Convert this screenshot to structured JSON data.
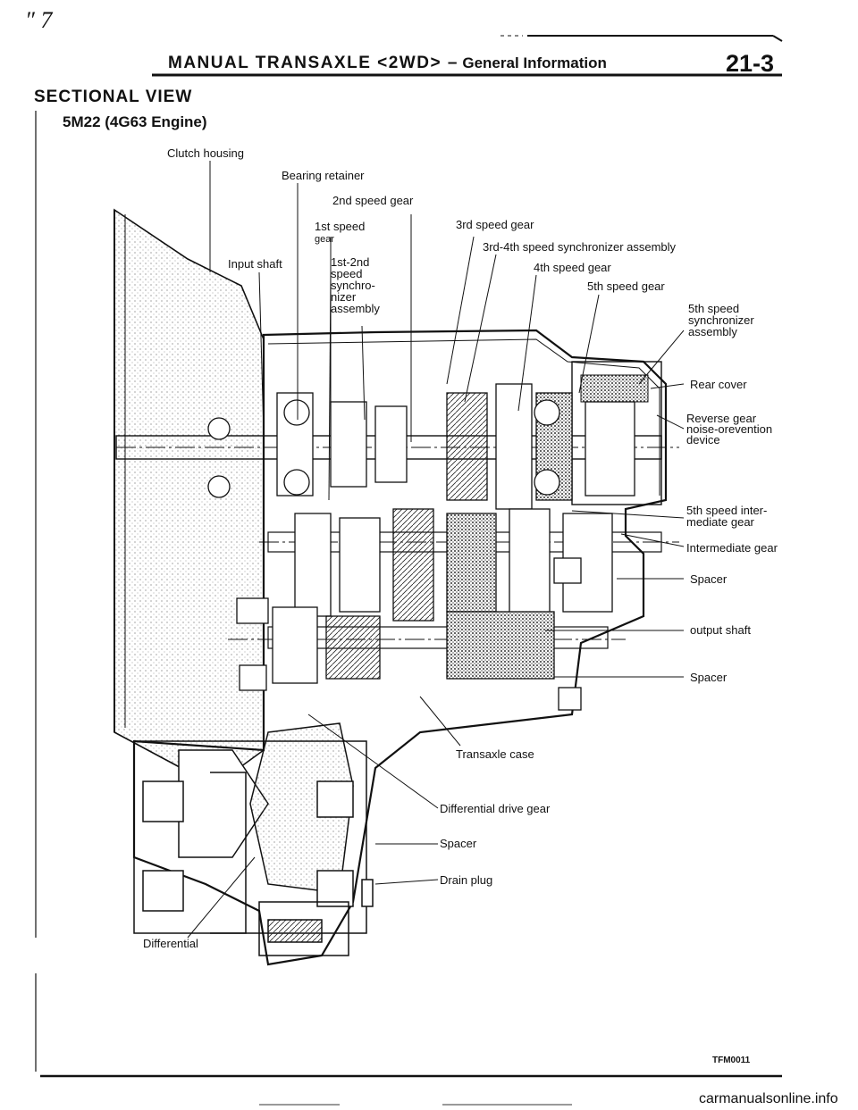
{
  "corner_mark": "″ 7",
  "header": {
    "title": "MANUAL TRANSAXLE <2WD> –",
    "subtitle": "General Information",
    "page_number": "21-3"
  },
  "section": {
    "title": "SECTIONAL VIEW",
    "subtitle": "5M22 (4G63 Engine)"
  },
  "labels": {
    "clutch_housing": "Clutch housing",
    "bearing_retainer": "Bearing retainer",
    "second_speed_gear": "2nd speed gear",
    "first_speed_gear_1": "1st speed",
    "first_speed_gear_2": "gear",
    "third_speed_gear": "3rd speed gear",
    "synchro_3_4": "3rd-4th speed synchronizer assembly",
    "input_shaft": "Input shaft",
    "synchro_1_2_l1": "1st-2nd",
    "synchro_1_2_l2": "speed",
    "synchro_1_2_l3": "synchro-",
    "synchro_1_2_l4": "nizer",
    "synchro_1_2_l5": "assembly",
    "fourth_speed_gear": "4th speed gear",
    "fifth_speed_gear": "5th speed gear",
    "fifth_synchro_l1": "5th speed",
    "fifth_synchro_l2": "synchronizer",
    "fifth_synchro_l3": "assembly",
    "rear_cover": "Rear cover",
    "reverse_l1": "Reverse gear",
    "reverse_l2": "noise-orevention",
    "reverse_l3": "device",
    "fifth_inter_l1": "5th speed inter-",
    "fifth_inter_l2": "mediate gear",
    "intermediate_gear": "Intermediate gear",
    "spacer_1": "Spacer",
    "output_shaft": "output shaft",
    "spacer_2": "Spacer",
    "transaxle_case": "Transaxle case",
    "differential_drive_gear": "Differential drive gear",
    "spacer_3": "Spacer",
    "differential": "Differential",
    "drain_plug": "Drain plug"
  },
  "figure_id": "TFM0011",
  "footer_site": "carmanualsonline.info"
}
